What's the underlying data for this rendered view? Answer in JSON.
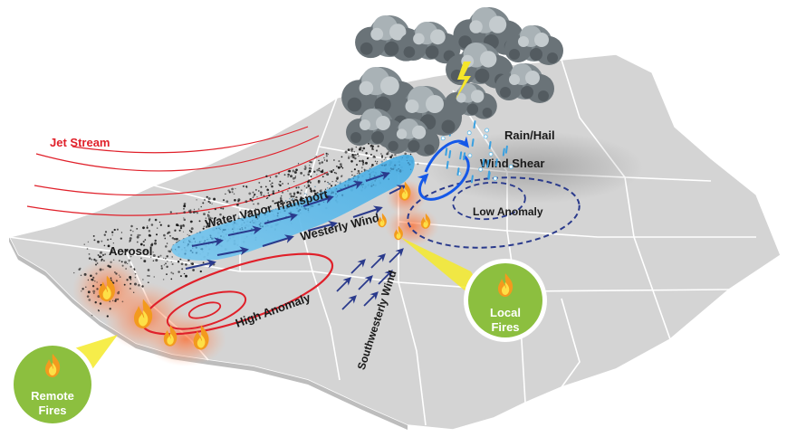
{
  "labels": {
    "jet_stream": "Jet Stream",
    "rain_hail": "Rain/Hail",
    "wind_shear": "Wind Shear",
    "water_vapor_transport": "Water Vapor Transport",
    "low_anomaly": "Low Anomaly",
    "aerosol": "Aerosol",
    "westerly_wind": "Westerly Wind",
    "high_anomaly": "High Anomaly",
    "southwesterly_wind": "Southwesterly Wind",
    "local_fires_line1": "Local",
    "local_fires_line2": "Fires",
    "remote_fires_line1": "Remote",
    "remote_fires_line2": "Fires"
  },
  "colors": {
    "jet_stream": "#e0202a",
    "high_anomaly": "#e0202a",
    "low_anomaly": "#2a3a8c",
    "wind_arrow": "#2a3a8c",
    "wind_shear": "#1458e8",
    "water_vapor": "#5cb8e8",
    "fire_badge": "#8cbf3f",
    "callout": "#f5ea2a",
    "map_land": "#d4d4d4",
    "map_border": "#ffffff",
    "cloud": "#6f7a80"
  },
  "icons": {
    "fire": "fire-icon",
    "cloud": "storm-cloud-icon",
    "lightning": "lightning-icon"
  }
}
